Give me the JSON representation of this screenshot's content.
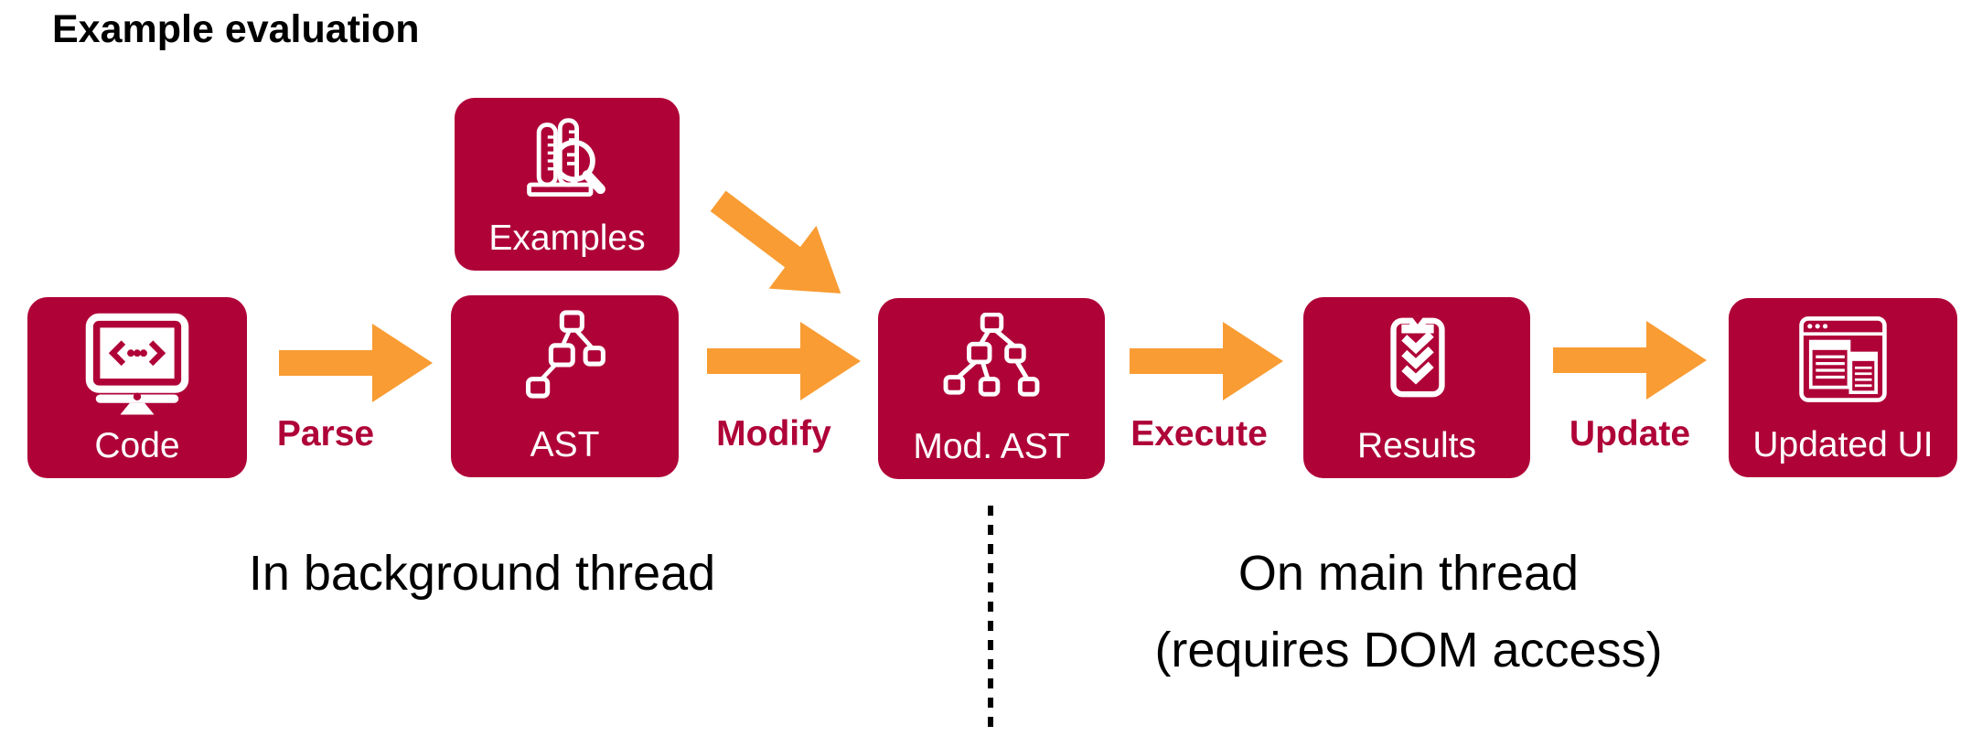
{
  "title": "Example evaluation",
  "colors": {
    "crimson": "#AF0338",
    "orange": "#F99C33",
    "ink": "#000000"
  },
  "nodes": [
    {
      "id": "code",
      "label": "Code",
      "icon": "monitor-code-icon"
    },
    {
      "id": "examples",
      "label": "Examples",
      "icon": "test-tubes-magnifier-icon"
    },
    {
      "id": "ast",
      "label": "AST",
      "icon": "syntax-tree-icon"
    },
    {
      "id": "mod-ast",
      "label": "Mod. AST",
      "icon": "modified-syntax-tree-icon"
    },
    {
      "id": "results",
      "label": "Results",
      "icon": "clipboard-checks-icon"
    },
    {
      "id": "updated-ui",
      "label": "Updated UI",
      "icon": "browser-window-icon"
    }
  ],
  "arrows": [
    {
      "id": "parse",
      "label": "Parse"
    },
    {
      "id": "modify",
      "label": "Modify"
    },
    {
      "id": "execute",
      "label": "Execute"
    },
    {
      "id": "update",
      "label": "Update"
    },
    {
      "id": "examples-to-mod-ast",
      "label": ""
    }
  ],
  "sections": {
    "left": "In background thread",
    "right_line1": "On main thread",
    "right_line2": "(requires DOM access)"
  }
}
